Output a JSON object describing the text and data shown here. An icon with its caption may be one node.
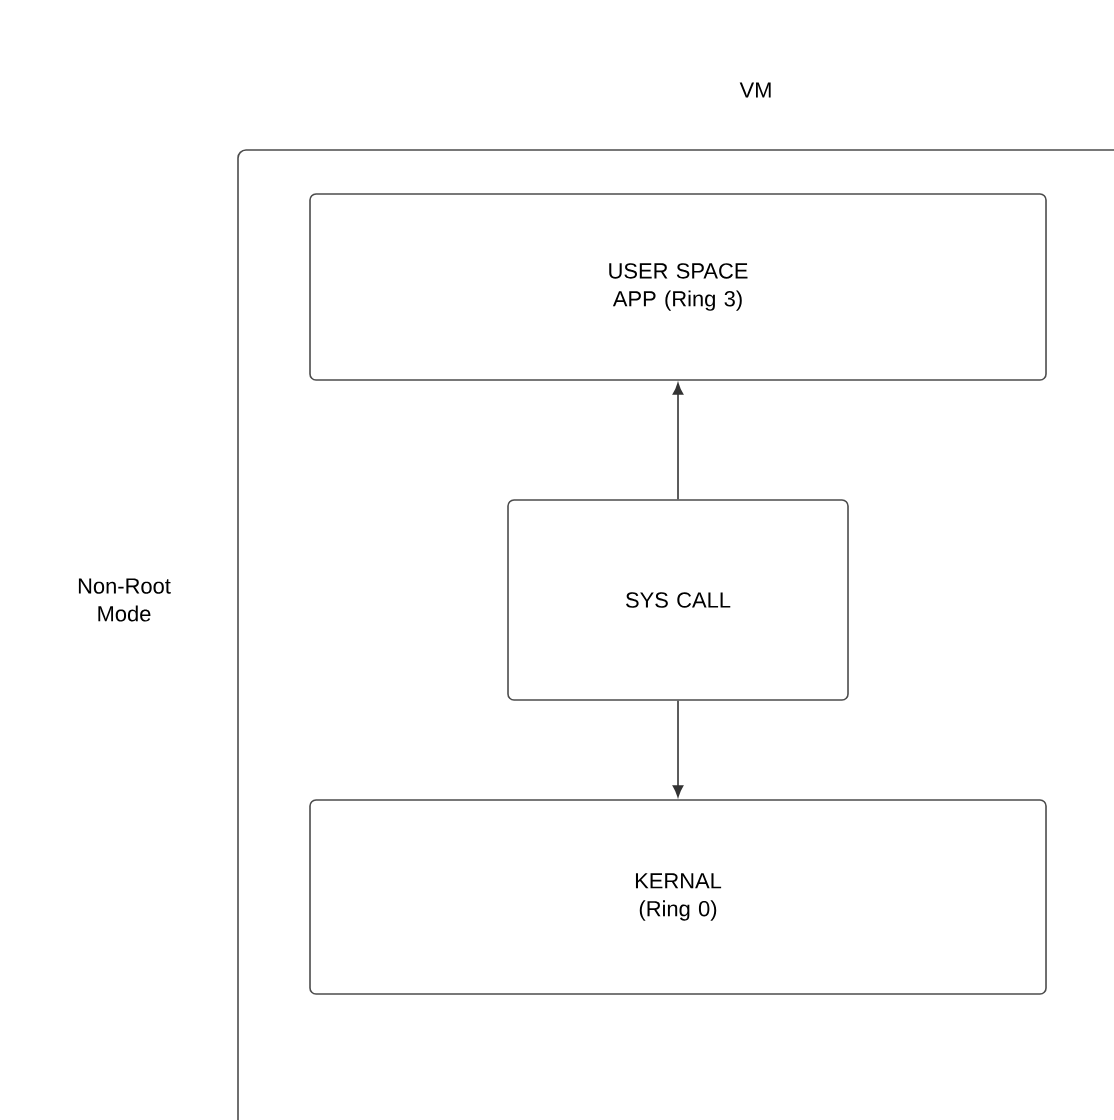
{
  "diagram": {
    "nodes": [
      {
        "text": [
          "VM"
        ]
      },
      {
        "text": [
          "USER SPACE APP (Ring 3)"
        ],
        "in": 0
      },
      {
        "text": [
          "SYS CALL"
        ],
        "in": 0
      },
      {
        "text": [
          "KERNAL (Ring 0)"
        ],
        "in": 0
      }
    ],
    "edges": [
      {
        "from": 2,
        "to": 1,
        "arrow": "to"
      },
      {
        "from": 2,
        "to": 3,
        "arrow": "to"
      }
    ],
    "labels": [
      "Non-Root Mode"
    ]
  }
}
